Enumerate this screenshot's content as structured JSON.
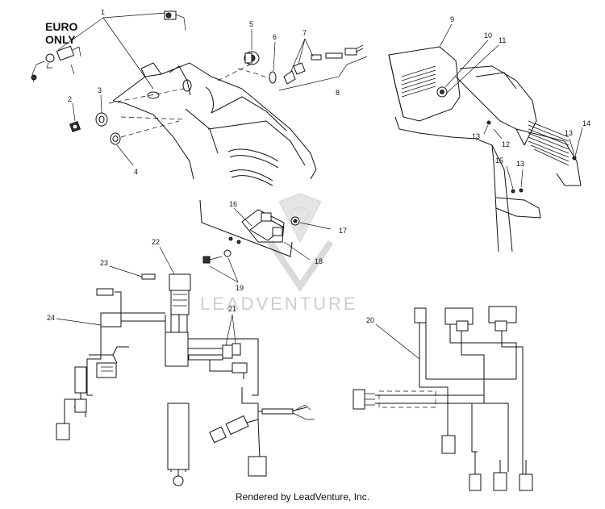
{
  "euro_label": {
    "line1": "EURO",
    "line2": "ONLY"
  },
  "callouts": {
    "c1": "1",
    "c2": "2",
    "c3": "3",
    "c4": "4",
    "c5": "5",
    "c6": "6",
    "c7": "7",
    "c8": "8",
    "c9": "9",
    "c10": "10",
    "c11": "11",
    "c12": "12",
    "c13a": "13",
    "c13b": "13",
    "c13c": "13",
    "c14": "14",
    "c15": "15",
    "c16": "16",
    "c17": "17",
    "c18": "18",
    "c19": "19",
    "c20": "20",
    "c21": "21",
    "c22": "22",
    "c23": "23",
    "c24": "24"
  },
  "watermark": "LEADVENTURE",
  "footer": "Rendered by LeadVenture, Inc."
}
